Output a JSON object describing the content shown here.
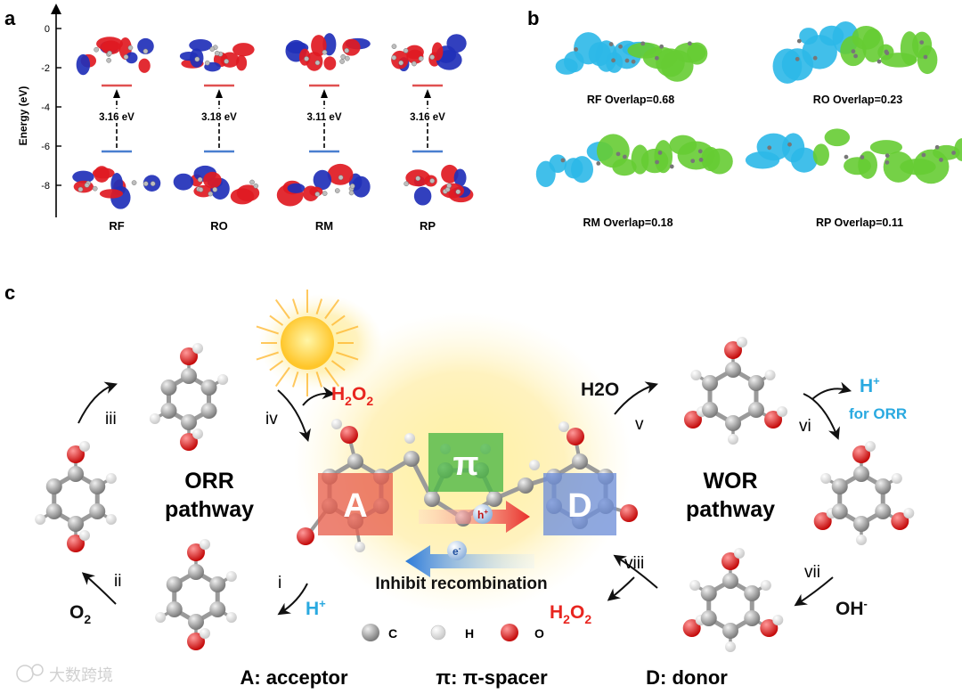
{
  "panels": {
    "a": "a",
    "b": "b",
    "c": "c"
  },
  "panel_a": {
    "ylabel": "Energy (eV)",
    "yticks": [
      "0",
      "-2",
      "-4",
      "-6",
      "-8"
    ],
    "molecules": [
      "RF",
      "RO",
      "RM",
      "RP"
    ],
    "gaps": [
      "3.16 eV",
      "3.18 eV",
      "3.11 eV",
      "3.16 eV"
    ]
  },
  "panel_b": {
    "labels": [
      "RF Overlap=0.68",
      "RO Overlap=0.23",
      "RM Overlap=0.18",
      "RP Overlap=0.11"
    ]
  },
  "panel_c": {
    "orr": {
      "line1": "ORR",
      "line2": "pathway"
    },
    "wor": {
      "line1": "WOR",
      "line2": "pathway"
    },
    "steps": [
      "i",
      "ii",
      "iii",
      "iv",
      "v",
      "vi",
      "vii",
      "viii"
    ],
    "species": {
      "h2o2": {
        "main": "H",
        "sub": "2",
        "main2": "O",
        "sub2": "2"
      },
      "h2o": "H2O",
      "o2": {
        "main": "O",
        "sub": "2"
      },
      "hplus": {
        "main": "H",
        "sup": "+"
      },
      "oh": {
        "main": "OH",
        "sup": "-"
      },
      "for_orr": "for ORR"
    },
    "blocks": {
      "A": "A",
      "pi": "π",
      "D": "D"
    },
    "carriers": {
      "h": "h",
      "h_sup": "+",
      "e": "e",
      "e_sup": "-"
    },
    "inhibit": "Inhibit recombination",
    "legend": [
      {
        "symbol": "C",
        "color": "#8a8a8a"
      },
      {
        "symbol": "H",
        "color": "#f2f2f2"
      },
      {
        "symbol": "O",
        "color": "#e01010"
      }
    ],
    "footer": [
      "A: acceptor",
      "π: π-spacer",
      "D: donor"
    ]
  },
  "watermark": "大数跨境",
  "colors": {
    "lumo_line": "#e05050",
    "homo_line": "#4a7fd0",
    "orbital_red": "#e01a22",
    "orbital_blue": "#2130b8",
    "density_cyan": "#2cb8e8",
    "density_green": "#66cc33",
    "hplus_text": "#29a9e0",
    "h2o2_text": "#e8251f",
    "acceptor": "#e8604f",
    "spacer": "#4fb848",
    "donor": "#6f8fd8"
  }
}
